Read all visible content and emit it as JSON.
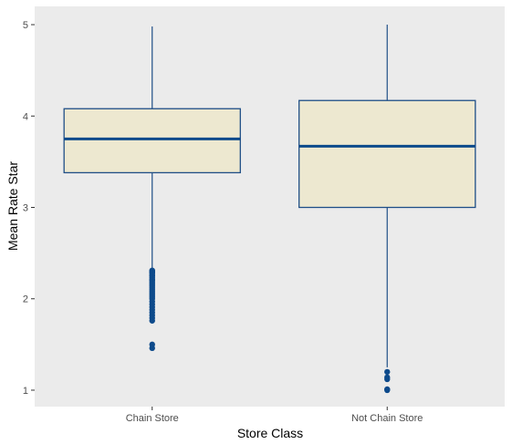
{
  "chart_data": {
    "type": "boxplot",
    "title": "",
    "xlabel": "Store Class",
    "ylabel": "Mean Rate Star",
    "categories": [
      "Chain Store",
      "Not Chain Store"
    ],
    "ylim": [
      0.82,
      5.2
    ],
    "yticks": [
      1,
      2,
      3,
      4,
      5
    ],
    "boxes": [
      {
        "category": "Chain Store",
        "whisker_low": 2.33,
        "q1": 3.38,
        "median": 3.75,
        "q3": 4.08,
        "whisker_high": 4.98,
        "outliers": [
          2.31,
          2.3,
          2.29,
          2.28,
          2.26,
          2.25,
          2.23,
          2.21,
          2.2,
          2.18,
          2.16,
          2.14,
          2.12,
          2.1,
          2.08,
          2.06,
          2.04,
          2.02,
          2.0,
          1.97,
          1.94,
          1.91,
          1.88,
          1.85,
          1.82,
          1.79,
          1.76,
          1.5,
          1.46
        ]
      },
      {
        "category": "Not Chain Store",
        "whisker_low": 1.25,
        "q1": 3.0,
        "median": 3.67,
        "q3": 4.17,
        "whisker_high": 5.0,
        "outliers": [
          1.2,
          1.14,
          1.12,
          1.01,
          1.0
        ]
      }
    ],
    "grid": false,
    "legend": "none",
    "colors": {
      "panel_background": "#ebebeb",
      "box_fill": "#ede8d0",
      "box_line": "#1f4e87",
      "median_line": "#0d4a8b",
      "outlier": "#0d4a8b",
      "tick": "#333333"
    }
  }
}
